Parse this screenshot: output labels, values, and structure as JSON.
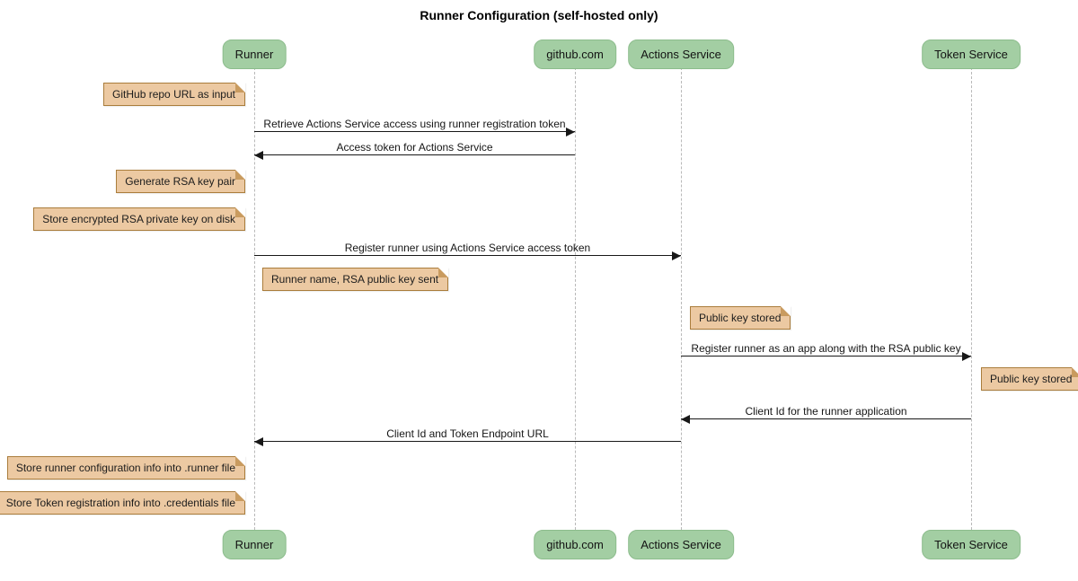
{
  "title": "Runner Configuration (self-hosted only)",
  "participants": [
    {
      "id": "runner",
      "label": "Runner"
    },
    {
      "id": "github",
      "label": "github.com"
    },
    {
      "id": "actions-service",
      "label": "Actions Service"
    },
    {
      "id": "token-service",
      "label": "Token Service"
    }
  ],
  "messages": [
    {
      "from": "Runner",
      "to": "github.com",
      "text": "Retrieve Actions Service access using runner registration token"
    },
    {
      "from": "github.com",
      "to": "Runner",
      "text": "Access token for Actions Service"
    },
    {
      "from": "Runner",
      "to": "Actions Service",
      "text": "Register runner using Actions Service access token"
    },
    {
      "from": "Actions Service",
      "to": "Token Service",
      "text": "Register runner as an app along with the RSA public key"
    },
    {
      "from": "Token Service",
      "to": "Actions Service",
      "text": "Client Id for the runner application"
    },
    {
      "from": "Actions Service",
      "to": "Runner",
      "text": "Client Id and Token Endpoint URL"
    }
  ],
  "notes": [
    {
      "anchor": "Runner",
      "side": "left",
      "text": "GitHub repo URL as input"
    },
    {
      "anchor": "Runner",
      "side": "left",
      "text": "Generate RSA key pair"
    },
    {
      "anchor": "Runner",
      "side": "left",
      "text": "Store encrypted RSA private key on disk"
    },
    {
      "anchor": "Runner",
      "side": "right",
      "text": "Runner name, RSA public key sent"
    },
    {
      "anchor": "Actions Service",
      "side": "right",
      "text": "Public key stored"
    },
    {
      "anchor": "Token Service",
      "side": "right",
      "text": "Public key stored"
    },
    {
      "anchor": "Runner",
      "side": "left",
      "text": "Store runner configuration info into .runner file"
    },
    {
      "anchor": "Runner",
      "side": "left",
      "text": "Store Token registration info into .credentials file"
    }
  ],
  "colors": {
    "participant_fill": "#a3cea3",
    "participant_border": "#8cbc8c",
    "note_fill": "#ecc9a2",
    "note_border": "#aa7d3c",
    "message_line": "#181818",
    "lifeline": "#b9b9b9",
    "background": "#ffffff"
  }
}
